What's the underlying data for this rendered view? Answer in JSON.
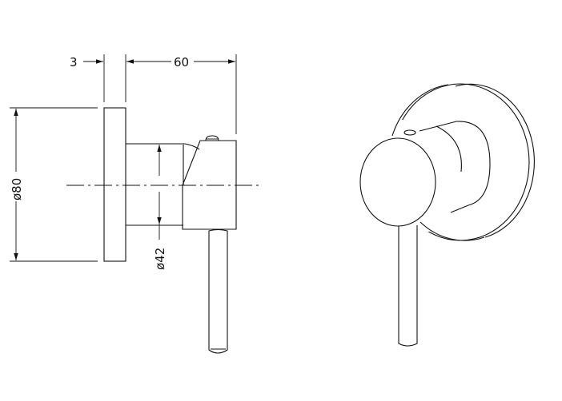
{
  "drawing": {
    "side_view": {
      "dimensions": {
        "plate_thickness": "3",
        "body_depth": "60",
        "plate_diameter": "ø80",
        "body_diameter": "ø42"
      }
    }
  },
  "colors": {
    "line": "#111111",
    "background": "#ffffff"
  }
}
